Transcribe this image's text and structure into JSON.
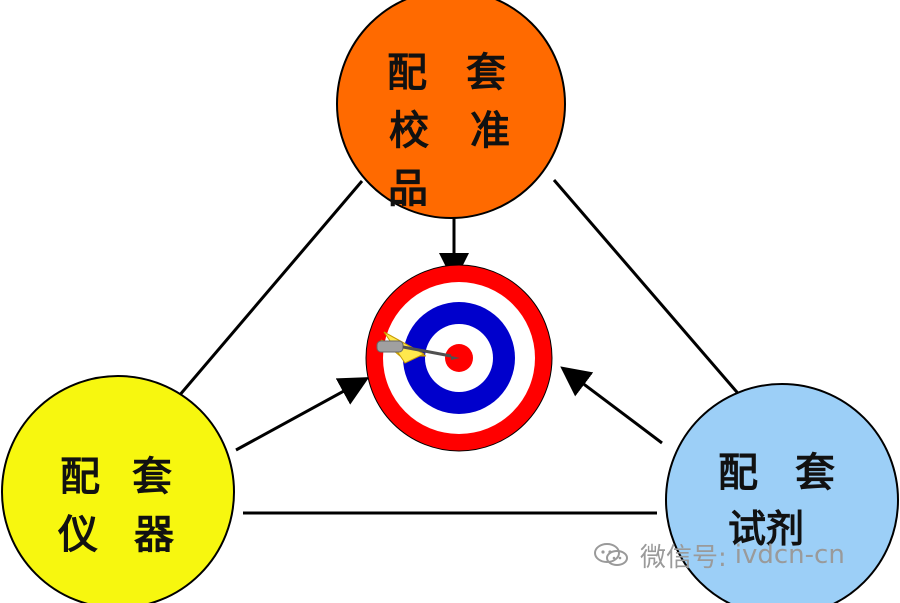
{
  "diagram": {
    "top_node": {
      "line1_left": "配",
      "line1_right": "套",
      "line2_left": "校",
      "line2_right": "准",
      "line3": "品",
      "fill_color": "#ff6a00"
    },
    "left_node": {
      "line1_left": "配",
      "line1_right": "套",
      "line2_left": "仪",
      "line2_right": "器",
      "fill_color": "#f7f70f"
    },
    "right_node": {
      "line1_left": "配",
      "line1_right": "套",
      "line2": "试剂",
      "fill_color": "#9ccff7"
    },
    "target": {
      "outer_color": "#ff0000",
      "middle_color": "#ffffff",
      "inner_color": "#0000cc",
      "bullseye_color": "#ff0000",
      "dart_color": "#ffd400"
    },
    "connections": {
      "triangle_line_color": "#000000",
      "arrow_color": "#000000"
    }
  },
  "watermark": {
    "prefix": "微信号:",
    "handle": "ivdcn-cn",
    "icon": "wechat-icon"
  }
}
